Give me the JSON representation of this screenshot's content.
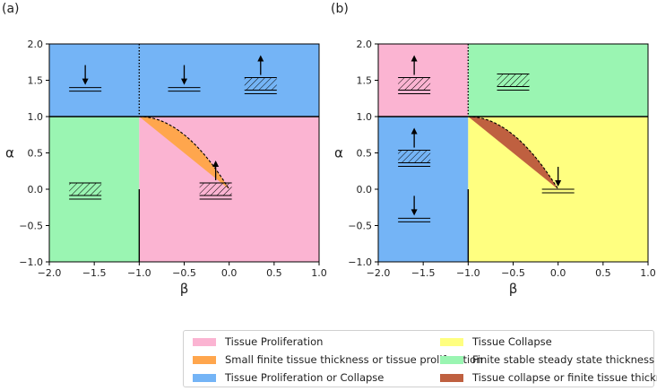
{
  "chart_data": [
    {
      "type": "phase-diagram",
      "panel_label": "(a)",
      "xlabel": "β",
      "ylabel": "α",
      "xlim": [
        -2.0,
        1.0
      ],
      "ylim": [
        -1.0,
        2.0
      ],
      "xticks": [
        -2.0,
        -1.5,
        -1.0,
        -0.5,
        0.0,
        0.5,
        1.0
      ],
      "xtick_labels": [
        "−2.0",
        "−1.5",
        "−1.0",
        "−0.5",
        "0.0",
        "0.5",
        "1.0"
      ],
      "yticks": [
        -1.0,
        -0.5,
        0.0,
        0.5,
        1.0,
        1.5,
        2.0
      ],
      "ytick_labels": [
        "−1.0",
        "−0.5",
        "0.0",
        "0.5",
        "1.0",
        "1.5",
        "2.0"
      ],
      "regions": [
        {
          "legend": "finite_stable",
          "x": [
            -2.0,
            -1.0
          ],
          "y": [
            -1.0,
            1.0
          ]
        },
        {
          "legend": "proliferation_or_collapse",
          "x": [
            -2.0,
            -1.0
          ],
          "y": [
            1.0,
            2.0
          ]
        },
        {
          "legend": "tissue_proliferation",
          "x": [
            -1.0,
            1.0
          ],
          "y": [
            -1.0,
            1.0
          ]
        },
        {
          "legend": "proliferation_or_collapse",
          "x": [
            -1.0,
            1.0
          ],
          "y": [
            1.0,
            2.0
          ]
        }
      ],
      "wedge_legend": "small_finite",
      "glyphs": [
        {
          "x": -1.6,
          "y": 1.4,
          "kind": "down"
        },
        {
          "x": -0.5,
          "y": 1.4,
          "kind": "down"
        },
        {
          "x": 0.35,
          "y": 1.45,
          "kind": "up"
        },
        {
          "x": -1.6,
          "y": 0.0,
          "kind": "hatch"
        },
        {
          "x": -0.15,
          "y": 0.0,
          "kind": "up"
        }
      ]
    },
    {
      "type": "phase-diagram",
      "panel_label": "(b)",
      "xlabel": "β",
      "ylabel": "α",
      "xlim": [
        -2.0,
        1.0
      ],
      "ylim": [
        -1.0,
        2.0
      ],
      "xticks": [
        -2.0,
        -1.5,
        -1.0,
        -0.5,
        0.0,
        0.5,
        1.0
      ],
      "xtick_labels": [
        "−2.0",
        "−1.5",
        "−1.0",
        "−0.5",
        "0.0",
        "0.5",
        "1.0"
      ],
      "yticks": [
        -1.0,
        -0.5,
        0.0,
        0.5,
        1.0,
        1.5,
        2.0
      ],
      "ytick_labels": [
        "−1.0",
        "−0.5",
        "0.0",
        "0.5",
        "1.0",
        "1.5",
        "2.0"
      ],
      "regions": [
        {
          "legend": "proliferation_or_collapse",
          "x": [
            -2.0,
            -1.0
          ],
          "y": [
            -1.0,
            1.0
          ]
        },
        {
          "legend": "tissue_proliferation",
          "x": [
            -2.0,
            -1.0
          ],
          "y": [
            1.0,
            2.0
          ]
        },
        {
          "legend": "tissue_collapse",
          "x": [
            -1.0,
            1.0
          ],
          "y": [
            -1.0,
            1.0
          ]
        },
        {
          "legend": "finite_stable",
          "x": [
            -1.0,
            1.0
          ],
          "y": [
            1.0,
            2.0
          ]
        }
      ],
      "wedge_legend": "collapse_or_finite",
      "glyphs": [
        {
          "x": -1.6,
          "y": 1.45,
          "kind": "up"
        },
        {
          "x": -0.5,
          "y": 1.5,
          "kind": "hatch"
        },
        {
          "x": -1.6,
          "y": 0.45,
          "kind": "up"
        },
        {
          "x": -1.6,
          "y": -0.4,
          "kind": "down"
        },
        {
          "x": 0.0,
          "y": 0.0,
          "kind": "down"
        }
      ]
    }
  ],
  "legend": {
    "tissue_proliferation": {
      "label": "Tissue Proliferation",
      "color": "#fbb4d2"
    },
    "small_finite": {
      "label": "Small finite tissue thickness or tissue proliferation",
      "color": "#ffa64d"
    },
    "proliferation_or_collapse": {
      "label": "Tissue Proliferation or Collapse",
      "color": "#74b4f6"
    },
    "tissue_collapse": {
      "label": "Tissue Collapse",
      "color": "#ffff80"
    },
    "finite_stable": {
      "label": "Finite stable steady state thickness",
      "color": "#9af5b2"
    },
    "collapse_or_finite": {
      "label": "Tissue collapse or finite tissue thickness",
      "color": "#bf6040"
    }
  }
}
